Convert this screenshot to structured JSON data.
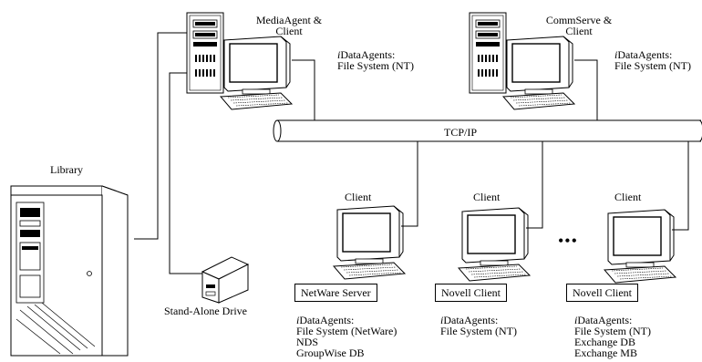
{
  "library": {
    "label": "Library"
  },
  "standalone": {
    "label": "Stand-Alone Drive"
  },
  "network": {
    "label": "TCP/IP"
  },
  "ellipsis": "•••",
  "media_agent": {
    "title_line1": "MediaAgent &",
    "title_line2": "Client",
    "agents_prefix": "i",
    "agents_label": "DataAgents:",
    "agents": [
      "File System (NT)"
    ]
  },
  "commserve": {
    "title_line1": "CommServe &",
    "title_line2": "Client",
    "agents_prefix": "i",
    "agents_label": "DataAgents:",
    "agents": [
      "File System (NT)"
    ]
  },
  "clients": [
    {
      "title": "Client",
      "box": "NetWare Server",
      "agents_prefix": "i",
      "agents_label": "DataAgents:",
      "agents": [
        "File System (NetWare)",
        "NDS",
        "GroupWise DB"
      ]
    },
    {
      "title": "Client",
      "box": "Novell Client",
      "agents_prefix": "i",
      "agents_label": "DataAgents:",
      "agents": [
        "File System (NT)"
      ]
    },
    {
      "title": "Client",
      "box": "Novell Client",
      "agents_prefix": "i",
      "agents_label": "DataAgents:",
      "agents": [
        "File System (NT)",
        "Exchange DB",
        "Exchange MB"
      ]
    }
  ]
}
